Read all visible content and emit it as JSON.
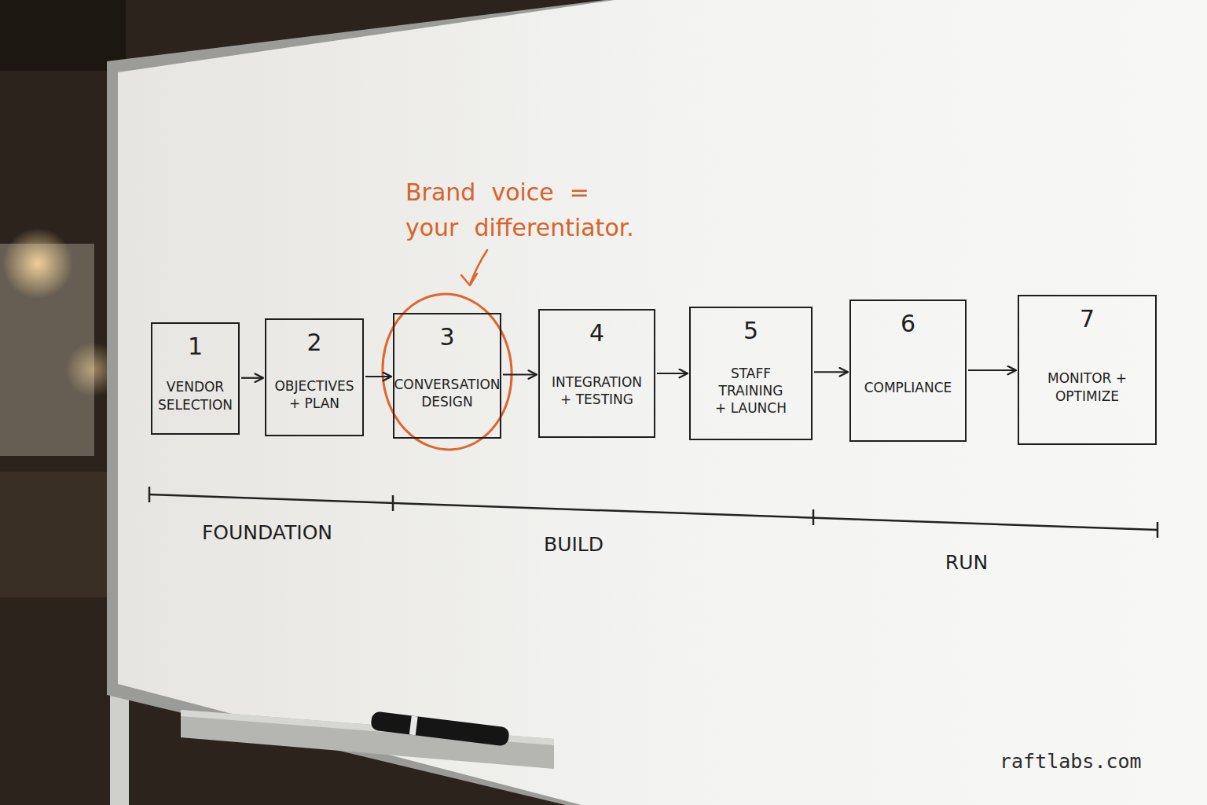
{
  "diagram": {
    "nodes": [
      {
        "text": [
          "1",
          "VENDOR SELECTION"
        ]
      },
      {
        "text": [
          "2",
          "OBJECTIVES + PLAN"
        ]
      },
      {
        "text": [
          "3",
          "CONVERSATION DESIGN"
        ]
      },
      {
        "text": [
          "4",
          "INTEGRATION + TESTING"
        ]
      },
      {
        "text": [
          "5",
          "STAFF TRAINING + LAUNCH"
        ]
      },
      {
        "text": [
          "6",
          "COMPLIANCE"
        ]
      },
      {
        "text": [
          "7",
          "MONITOR + OPTIMIZE"
        ]
      }
    ],
    "edges": [
      {
        "from": 0,
        "to": 1,
        "arrow": "to"
      },
      {
        "from": 1,
        "to": 2,
        "arrow": "to"
      },
      {
        "from": 2,
        "to": 3,
        "arrow": "to"
      },
      {
        "from": 3,
        "to": 4,
        "arrow": "to"
      },
      {
        "from": 4,
        "to": 5,
        "arrow": "to"
      },
      {
        "from": 5,
        "to": 6,
        "arrow": "to"
      }
    ],
    "labels": [
      "Brand voice = your differentiator.",
      "FOUNDATION",
      "BUILD",
      "RUN",
      "raftlabs.com"
    ]
  }
}
